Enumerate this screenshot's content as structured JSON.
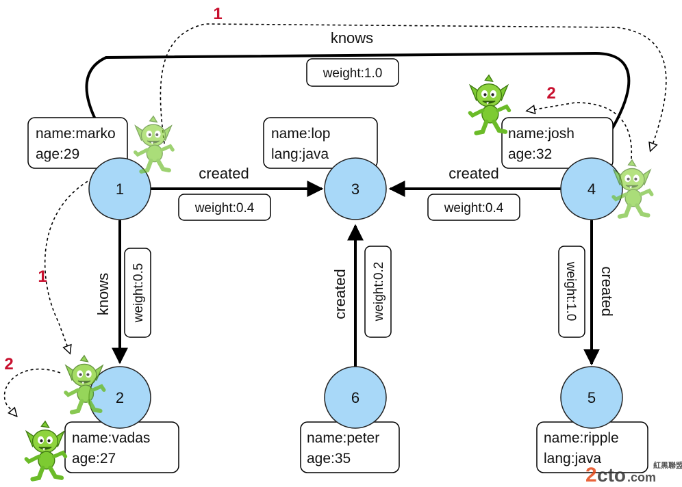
{
  "vertices": [
    {
      "id": "1",
      "props": [
        "name:marko",
        "age:29"
      ]
    },
    {
      "id": "2",
      "props": [
        "name:vadas",
        "age:27"
      ]
    },
    {
      "id": "3",
      "props": [
        "name:lop",
        "lang:java"
      ]
    },
    {
      "id": "4",
      "props": [
        "name:josh",
        "age:32"
      ]
    },
    {
      "id": "5",
      "props": [
        "name:ripple",
        "lang:java"
      ]
    },
    {
      "id": "6",
      "props": [
        "name:peter",
        "age:35"
      ]
    }
  ],
  "edges": [
    {
      "from": "1",
      "to": "4",
      "label": "knows",
      "weight": "weight:1.0"
    },
    {
      "from": "1",
      "to": "3",
      "label": "created",
      "weight": "weight:0.4"
    },
    {
      "from": "4",
      "to": "3",
      "label": "created",
      "weight": "weight:0.4"
    },
    {
      "from": "1",
      "to": "2",
      "label": "knows",
      "weight": "weight:0.5"
    },
    {
      "from": "6",
      "to": "3",
      "label": "created",
      "weight": "weight:0.2"
    },
    {
      "from": "4",
      "to": "5",
      "label": "created",
      "weight": "weight:1.0"
    }
  ],
  "traversal_steps": [
    "1",
    "2",
    "2",
    "1"
  ],
  "colors": {
    "vertex_fill": "#a8d8f8",
    "vertex_stroke": "#222222",
    "step_color": "#c8102e",
    "gremlin_green": "#7dcb32"
  },
  "icons": [
    "gremlin-icon"
  ],
  "watermark": "2cto.com 紅黑聯盟"
}
